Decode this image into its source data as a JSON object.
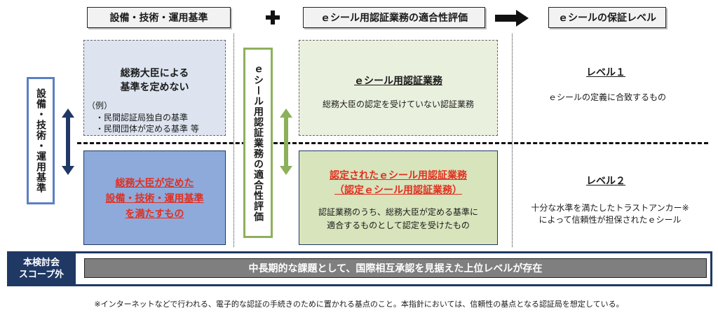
{
  "headers": {
    "col1": "設備・技術・運用基準",
    "col2": "ｅシール用認証業務の適合性評価",
    "col3": "ｅシールの保証レベル"
  },
  "left_label": "設備・技術・運用基準",
  "top_left": {
    "title_line1": "総務大臣による",
    "title_line2": "基準を定めない",
    "example_head": "（例）",
    "example1": "・民間認証局独自の基準",
    "example2": "・民間団体が定める基準 等"
  },
  "bottom_left": {
    "line1": "総務大臣が定めた",
    "line2": "設備・技術・運用基準",
    "line3": "を満たすもの"
  },
  "middle_vertical": "ｅシール用認証業務の適合性評価",
  "top_middle": {
    "title": "ｅシール用認証業務",
    "desc": "総務大臣の認定を受けていない認証業務"
  },
  "bottom_middle": {
    "title_line1": "認定されたｅシール用認証業務",
    "title_line2": "（認定ｅシール用認証業務）",
    "desc_line1": "認証業務のうち、総務大臣が定める基準に",
    "desc_line2": "適合するものとして認定を受けたもの"
  },
  "level1": {
    "label": "レベル１",
    "desc": "ｅシールの定義に合致するもの"
  },
  "level2": {
    "label": "レベル２",
    "desc_line1": "十分な水準を満たしたトラストアンカー※",
    "desc_line2": "によって信頼性が担保されたｅシール"
  },
  "scope_out": {
    "label_line1": "本検討会",
    "label_line2": "スコープ外",
    "banner": "中長期的な課題として、国際相互承認を見据えた上位レベルが存在"
  },
  "footnote": "※インターネットなどで行われる、電子的な認証の手続きのために置かれる基点のこと。本指針においては、信頼性の基点となる認証局を想定している。",
  "colors": {
    "navy": "#1f3864",
    "light_blue_box": "#dde4ef",
    "blue_box": "#8eaadb",
    "light_green_box": "#eaf0de",
    "green_box": "#d8e4bc",
    "green_arrow": "#8db05a",
    "red_text": "#e03020",
    "banner_gray": "#7f7f7f"
  }
}
